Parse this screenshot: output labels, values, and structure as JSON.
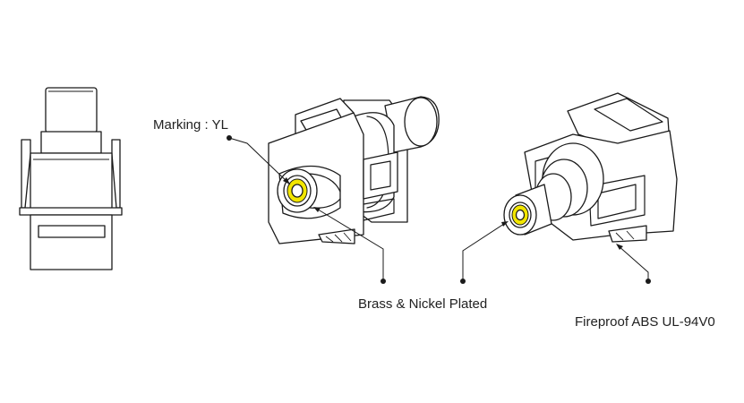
{
  "labels": {
    "marking": "Marking : YL",
    "brass": "Brass & Nickel Plated",
    "fireproof": "Fireproof ABS UL-94V0"
  },
  "colors": {
    "line": "#1a1a1a",
    "insert": "#f2e600",
    "background": "#ffffff"
  }
}
